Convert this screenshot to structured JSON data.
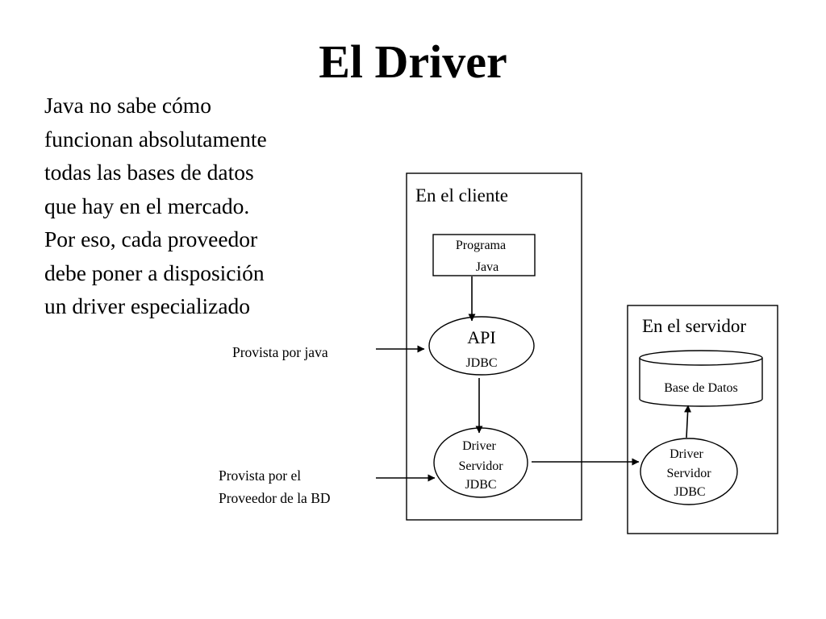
{
  "title": "El Driver",
  "intro_lines": [
    "Java no sabe cómo",
    "funcionan absolutamente",
    "todas las bases de datos",
    "que hay en el mercado.",
    "Por eso, cada proveedor",
    "debe poner a disposición",
    "un driver especializado"
  ],
  "client_region": {
    "label": "En el cliente",
    "program_box": [
      "Programa",
      "Java"
    ],
    "api_node": {
      "label": "API",
      "sublabel": "JDBC"
    },
    "driver_node": [
      "Driver",
      "Servidor",
      "JDBC"
    ]
  },
  "server_region": {
    "label": "En el servidor",
    "database": "Base de Datos",
    "driver_node": [
      "Driver",
      "Servidor",
      "JDBC"
    ]
  },
  "annotations": {
    "api_provider": [
      "Provista por java"
    ],
    "driver_provider": [
      "Provista por el",
      "Proveedor de la BD"
    ]
  }
}
